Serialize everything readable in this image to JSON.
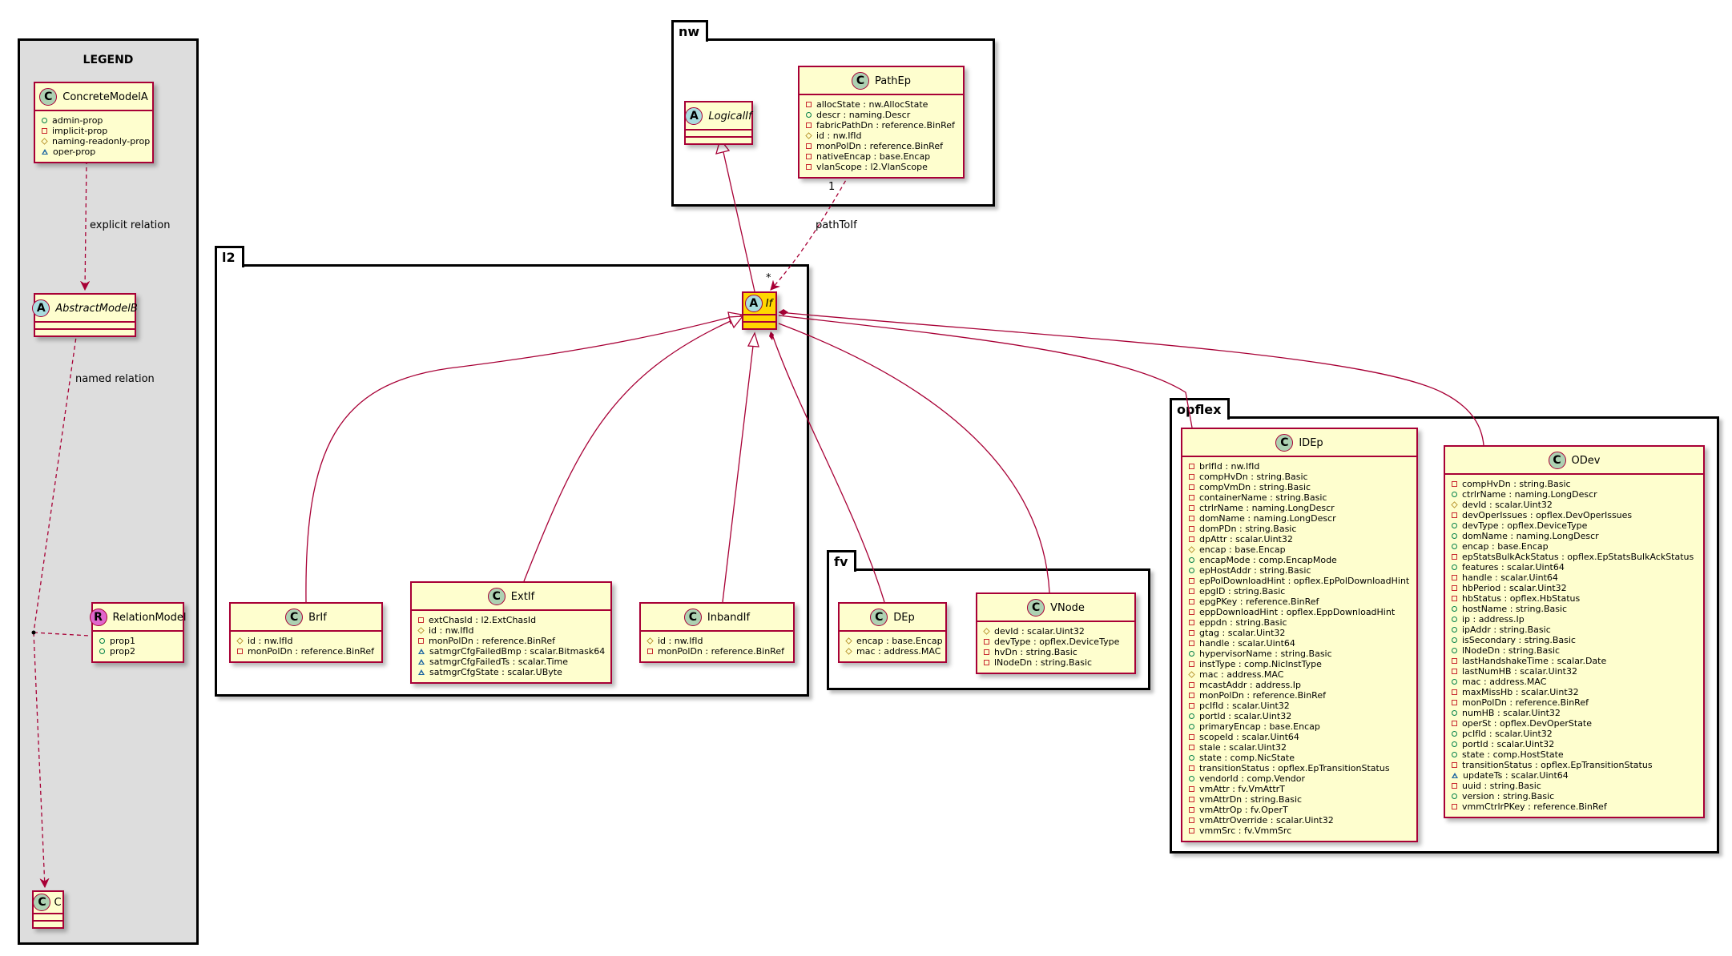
{
  "legend": {
    "title": "LEGEND",
    "concrete": {
      "name": "ConcreteModelA",
      "badge": "C",
      "attrs": [
        {
          "vis": "pub",
          "text": "admin-prop"
        },
        {
          "vis": "priv",
          "text": "implicit-prop"
        },
        {
          "vis": "prot",
          "text": "naming-readonly-prop"
        },
        {
          "vis": "pkgv",
          "text": "oper-prop"
        }
      ]
    },
    "abstract": {
      "name": "AbstractModelB",
      "badge": "A"
    },
    "relation": {
      "name": "RelationModel",
      "badge": "R",
      "attrs": [
        {
          "vis": "pub",
          "text": "prop1"
        },
        {
          "vis": "pub",
          "text": "prop2"
        }
      ]
    },
    "c": {
      "name": "C",
      "badge": "C"
    },
    "explicit_label": "explicit relation",
    "named_label": "named relation"
  },
  "packages": {
    "nw": "nw",
    "l2": "l2",
    "fv": "fv",
    "opflex": "opflex"
  },
  "classes": {
    "logicalif": {
      "name": "LogicalIf",
      "badge": "A"
    },
    "pathep": {
      "name": "PathEp",
      "badge": "C",
      "attrs": [
        {
          "vis": "priv",
          "text": "allocState : nw.AllocState"
        },
        {
          "vis": "pub",
          "text": "descr : naming.Descr"
        },
        {
          "vis": "priv",
          "text": "fabricPathDn : reference.BinRef"
        },
        {
          "vis": "prot",
          "text": "id : nw.IfId"
        },
        {
          "vis": "priv",
          "text": "monPolDn : reference.BinRef"
        },
        {
          "vis": "priv",
          "text": "nativeEncap : base.Encap"
        },
        {
          "vis": "priv",
          "text": "vlanScope : l2.VlanScope"
        }
      ]
    },
    "if": {
      "name": "If",
      "badge": "A"
    },
    "brif": {
      "name": "BrIf",
      "badge": "C",
      "attrs": [
        {
          "vis": "prot",
          "text": "id : nw.IfId"
        },
        {
          "vis": "priv",
          "text": "monPolDn : reference.BinRef"
        }
      ]
    },
    "extif": {
      "name": "ExtIf",
      "badge": "C",
      "attrs": [
        {
          "vis": "priv",
          "text": "extChasId : l2.ExtChasId"
        },
        {
          "vis": "prot",
          "text": "id : nw.IfId"
        },
        {
          "vis": "priv",
          "text": "monPolDn : reference.BinRef"
        },
        {
          "vis": "pkgv",
          "text": "satmgrCfgFailedBmp : scalar.Bitmask64"
        },
        {
          "vis": "pkgv",
          "text": "satmgrCfgFailedTs : scalar.Time"
        },
        {
          "vis": "pkgv",
          "text": "satmgrCfgState : scalar.UByte"
        }
      ]
    },
    "inbandif": {
      "name": "InbandIf",
      "badge": "C",
      "attrs": [
        {
          "vis": "prot",
          "text": "id : nw.IfId"
        },
        {
          "vis": "priv",
          "text": "monPolDn : reference.BinRef"
        }
      ]
    },
    "dep": {
      "name": "DEp",
      "badge": "C",
      "attrs": [
        {
          "vis": "prot",
          "text": "encap : base.Encap"
        },
        {
          "vis": "prot",
          "text": "mac : address.MAC"
        }
      ]
    },
    "vnode": {
      "name": "VNode",
      "badge": "C",
      "attrs": [
        {
          "vis": "prot",
          "text": "devId : scalar.Uint32"
        },
        {
          "vis": "priv",
          "text": "devType : opflex.DeviceType"
        },
        {
          "vis": "priv",
          "text": "hvDn : string.Basic"
        },
        {
          "vis": "priv",
          "text": "lNodeDn : string.Basic"
        }
      ]
    },
    "idep": {
      "name": "IDEp",
      "badge": "C",
      "attrs": [
        {
          "vis": "priv",
          "text": "brIfId : nw.IfId"
        },
        {
          "vis": "priv",
          "text": "compHvDn : string.Basic"
        },
        {
          "vis": "priv",
          "text": "compVmDn : string.Basic"
        },
        {
          "vis": "priv",
          "text": "containerName : string.Basic"
        },
        {
          "vis": "priv",
          "text": "ctrlrName : naming.LongDescr"
        },
        {
          "vis": "priv",
          "text": "domName : naming.LongDescr"
        },
        {
          "vis": "priv",
          "text": "domPDn : string.Basic"
        },
        {
          "vis": "priv",
          "text": "dpAttr : scalar.Uint32"
        },
        {
          "vis": "prot",
          "text": "encap : base.Encap"
        },
        {
          "vis": "pub",
          "text": "encapMode : comp.EncapMode"
        },
        {
          "vis": "pub",
          "text": "epHostAddr : string.Basic"
        },
        {
          "vis": "priv",
          "text": "epPolDownloadHint : opflex.EpPolDownloadHint"
        },
        {
          "vis": "priv",
          "text": "epgID : string.Basic"
        },
        {
          "vis": "priv",
          "text": "epgPKey : reference.BinRef"
        },
        {
          "vis": "priv",
          "text": "eppDownloadHint : opflex.EppDownloadHint"
        },
        {
          "vis": "priv",
          "text": "eppdn : string.Basic"
        },
        {
          "vis": "priv",
          "text": "gtag : scalar.Uint32"
        },
        {
          "vis": "priv",
          "text": "handle : scalar.Uint64"
        },
        {
          "vis": "pub",
          "text": "hypervisorName : string.Basic"
        },
        {
          "vis": "priv",
          "text": "instType : comp.NicInstType"
        },
        {
          "vis": "prot",
          "text": "mac : address.MAC"
        },
        {
          "vis": "priv",
          "text": "mcastAddr : address.Ip"
        },
        {
          "vis": "priv",
          "text": "monPolDn : reference.BinRef"
        },
        {
          "vis": "priv",
          "text": "pcIfId : scalar.Uint32"
        },
        {
          "vis": "pub",
          "text": "portId : scalar.Uint32"
        },
        {
          "vis": "pub",
          "text": "primaryEncap : base.Encap"
        },
        {
          "vis": "priv",
          "text": "scopeId : scalar.Uint64"
        },
        {
          "vis": "priv",
          "text": "stale : scalar.Uint32"
        },
        {
          "vis": "pub",
          "text": "state : comp.NicState"
        },
        {
          "vis": "priv",
          "text": "transitionStatus : opflex.EpTransitionStatus"
        },
        {
          "vis": "pub",
          "text": "vendorId : comp.Vendor"
        },
        {
          "vis": "priv",
          "text": "vmAttr : fv.VmAttrT"
        },
        {
          "vis": "priv",
          "text": "vmAttrDn : string.Basic"
        },
        {
          "vis": "priv",
          "text": "vmAttrOp : fv.OperT"
        },
        {
          "vis": "priv",
          "text": "vmAttrOverride : scalar.Uint32"
        },
        {
          "vis": "priv",
          "text": "vmmSrc : fv.VmmSrc"
        }
      ]
    },
    "odev": {
      "name": "ODev",
      "badge": "C",
      "attrs": [
        {
          "vis": "priv",
          "text": "compHvDn : string.Basic"
        },
        {
          "vis": "pub",
          "text": "ctrlrName : naming.LongDescr"
        },
        {
          "vis": "prot",
          "text": "devId : scalar.Uint32"
        },
        {
          "vis": "priv",
          "text": "devOperIssues : opflex.DevOperIssues"
        },
        {
          "vis": "pub",
          "text": "devType : opflex.DeviceType"
        },
        {
          "vis": "pub",
          "text": "domName : naming.LongDescr"
        },
        {
          "vis": "pub",
          "text": "encap : base.Encap"
        },
        {
          "vis": "priv",
          "text": "epStatsBulkAckStatus : opflex.EpStatsBulkAckStatus"
        },
        {
          "vis": "pub",
          "text": "features : scalar.Uint64"
        },
        {
          "vis": "priv",
          "text": "handle : scalar.Uint64"
        },
        {
          "vis": "priv",
          "text": "hbPeriod : scalar.Uint32"
        },
        {
          "vis": "priv",
          "text": "hbStatus : opflex.HbStatus"
        },
        {
          "vis": "pub",
          "text": "hostName : string.Basic"
        },
        {
          "vis": "pub",
          "text": "ip : address.Ip"
        },
        {
          "vis": "pub",
          "text": "ipAddr : string.Basic"
        },
        {
          "vis": "pub",
          "text": "isSecondary : string.Basic"
        },
        {
          "vis": "pub",
          "text": "lNodeDn : string.Basic"
        },
        {
          "vis": "priv",
          "text": "lastHandshakeTime : scalar.Date"
        },
        {
          "vis": "priv",
          "text": "lastNumHB : scalar.Uint32"
        },
        {
          "vis": "pub",
          "text": "mac : address.MAC"
        },
        {
          "vis": "priv",
          "text": "maxMissHb : scalar.Uint32"
        },
        {
          "vis": "priv",
          "text": "monPolDn : reference.BinRef"
        },
        {
          "vis": "pub",
          "text": "numHB : scalar.Uint32"
        },
        {
          "vis": "priv",
          "text": "operSt : opflex.DevOperState"
        },
        {
          "vis": "pub",
          "text": "pcIfId : scalar.Uint32"
        },
        {
          "vis": "pub",
          "text": "portId : scalar.Uint32"
        },
        {
          "vis": "pub",
          "text": "state : comp.HostState"
        },
        {
          "vis": "priv",
          "text": "transitionStatus : opflex.EpTransitionStatus"
        },
        {
          "vis": "pkgv",
          "text": "updateTs : scalar.Uint64"
        },
        {
          "vis": "priv",
          "text": "uuid : string.Basic"
        },
        {
          "vis": "pub",
          "text": "version : string.Basic"
        },
        {
          "vis": "priv",
          "text": "vmmCtrlrPKey : reference.BinRef"
        }
      ]
    }
  },
  "relations": {
    "pathToIf": {
      "label": "pathToIf",
      "from_mult": "1",
      "to_mult": "*"
    }
  },
  "colors": {
    "class_fill": "#fefece",
    "class_border": "#a80036",
    "highlight_fill": "#ffd700",
    "legend_fill": "#dddddd",
    "concrete_badge": "#add1b2",
    "abstract_badge": "#a9dcdf",
    "relation_badge": "#e066cc"
  }
}
